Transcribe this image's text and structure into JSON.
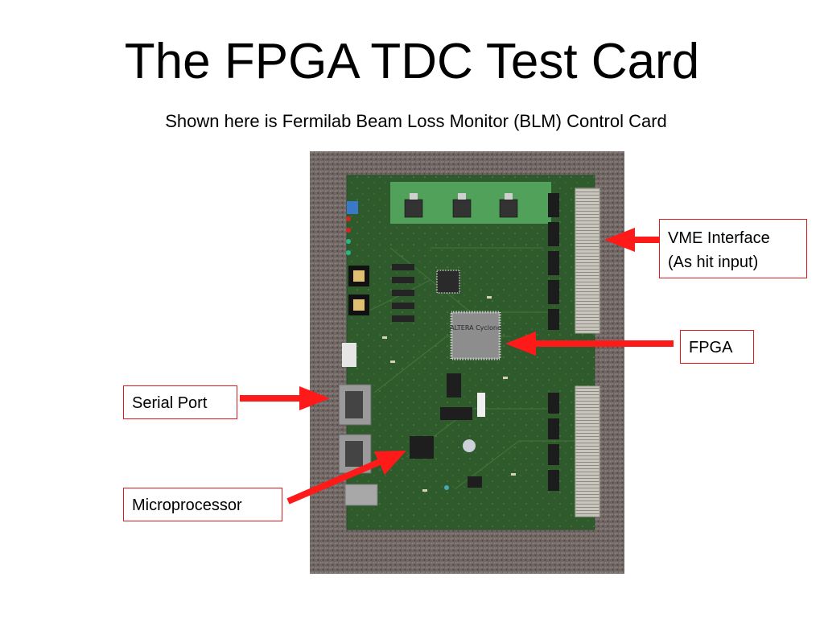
{
  "slide": {
    "title": "The FPGA TDC Test Card",
    "subtitle": "Shown here is Fermilab Beam Loss Monitor (BLM) Control Card"
  },
  "photo": {
    "description": "BLM control card circuit board",
    "chip_marking": "ALTERA Cyclone"
  },
  "callouts": {
    "vme_line1": "VME Interface",
    "vme_line2": "(As hit input)",
    "fpga": "FPGA",
    "serial": "Serial Port",
    "micro": "Microprocessor"
  },
  "colors": {
    "arrow": "#ff1a1a",
    "callout_border": "#e01b1b",
    "board_green": "#2f5b2c",
    "carpet": "#6f6563"
  }
}
